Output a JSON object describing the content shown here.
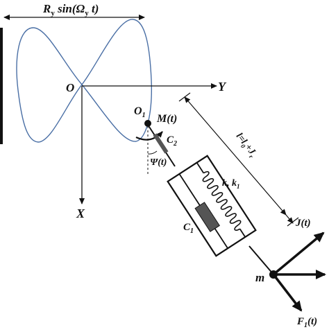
{
  "diagram": {
    "top_label": {
      "base": "R",
      "sub1": "y",
      "mid": " sin(Ω",
      "sub2": "y",
      "tail": " t)"
    },
    "origin_label": "O",
    "y_axis_label": "Y",
    "x_axis_label": "X",
    "pivot_label": {
      "base": "O",
      "sub": "1"
    },
    "moment_label": "M(t)",
    "damper_top_label": {
      "base": "C",
      "sub": "2"
    },
    "angle_label": "Ψ(t)",
    "spring_label": {
      "a": "k, k",
      "sub": "1"
    },
    "damper_label": {
      "base": "C",
      "sub": "1"
    },
    "length_label": {
      "a": "l=l",
      "sub1": "0",
      "b": "+J",
      "sub2": "r"
    },
    "extension_label": "J(t)",
    "mass_label": "m",
    "force_label": {
      "base": "F",
      "sub": "1",
      "tail": "(t)"
    },
    "colors": {
      "curve": "#4a6fa5",
      "ink": "#111111"
    }
  }
}
